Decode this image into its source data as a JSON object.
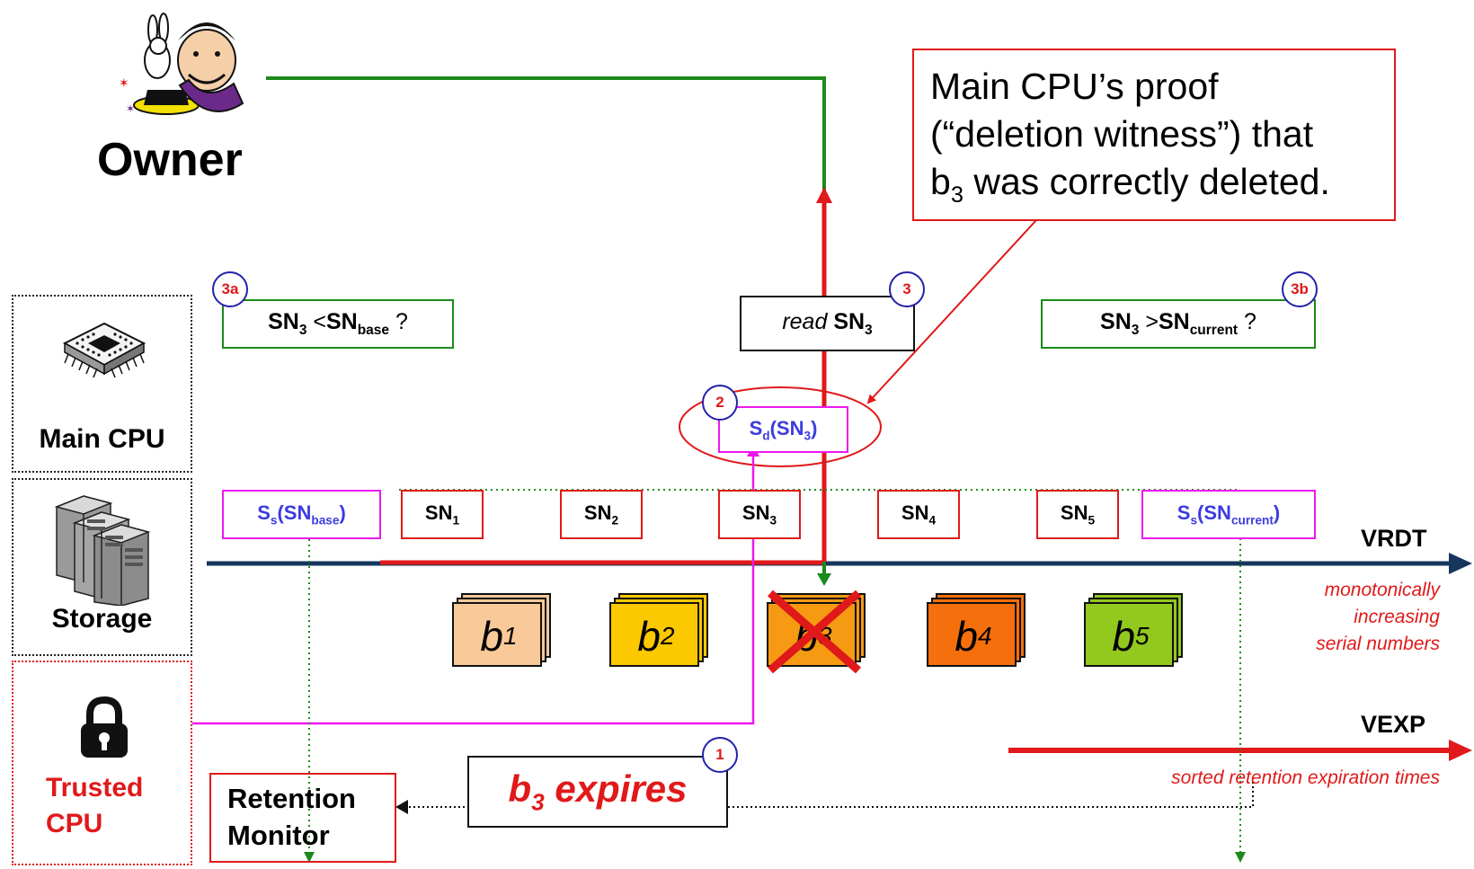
{
  "owner": {
    "label": "Owner"
  },
  "actors": {
    "main_cpu": "Main CPU",
    "storage": "Storage",
    "trusted_cpu_line1": "Trusted",
    "trusted_cpu_line2": "CPU"
  },
  "callout": {
    "line1": "Main CPU’s proof",
    "line2": "(“deletion witness”) that",
    "line3_pre": "b",
    "line3_sub": "3",
    "line3_post": " was correctly deleted."
  },
  "checks": {
    "c3a": {
      "badge": "3a",
      "sn": "SN",
      "sn_sub": "3",
      "op": " <",
      "sn2": "SN",
      "sn2_sub": "base",
      "q": " ?"
    },
    "c3": {
      "badge": "3",
      "read": "read",
      "sn": "SN",
      "sn_sub": "3"
    },
    "c3b": {
      "badge": "3b",
      "sn": "SN",
      "sn_sub": "3",
      "op": " >",
      "sn2": "SN",
      "sn2_sub": "current",
      "q": " ?"
    },
    "c2": {
      "badge": "2",
      "s": "S",
      "s_sub": "d",
      "arg": "(SN",
      "arg_sub": "3",
      "close": ")"
    }
  },
  "serials": [
    {
      "type": "sig",
      "s": "S",
      "s_sub": "s",
      "arg": "(SN",
      "arg_sub": "base",
      "close": ")"
    },
    {
      "type": "sn",
      "sn": "SN",
      "sub": "1"
    },
    {
      "type": "sn",
      "sn": "SN",
      "sub": "2"
    },
    {
      "type": "sn",
      "sn": "SN",
      "sub": "3"
    },
    {
      "type": "sn",
      "sn": "SN",
      "sub": "4"
    },
    {
      "type": "sn",
      "sn": "SN",
      "sub": "5"
    },
    {
      "type": "sig",
      "s": "S",
      "s_sub": "s",
      "arg": "(SN",
      "arg_sub": "current",
      "close": ")"
    }
  ],
  "blocks": [
    {
      "letter": "b",
      "sub": "1",
      "color": "#f9c99a",
      "deleted": false
    },
    {
      "letter": "b",
      "sub": "2",
      "color": "#fcc800",
      "deleted": false
    },
    {
      "letter": "b",
      "sub": "3",
      "color": "#f59a12",
      "deleted": true
    },
    {
      "letter": "b",
      "sub": "4",
      "color": "#f56f0c",
      "deleted": false
    },
    {
      "letter": "b",
      "sub": "5",
      "color": "#93c81e",
      "deleted": false
    }
  ],
  "timelines": {
    "vrdt": {
      "label": "VRDT",
      "caption_line1": "monotonically",
      "caption_line2": "increasing",
      "caption_line3": "serial numbers"
    },
    "vexp": {
      "label": "VEXP",
      "caption": "sorted retention expiration times"
    }
  },
  "expires": {
    "badge": "1",
    "b": "b",
    "sub": "3",
    "text": " expires"
  },
  "retention_monitor": {
    "line1": "Retention",
    "line2": "Monitor"
  },
  "colors": {
    "red": "#e0191a",
    "green": "#1a8a1a",
    "navy": "#16365c",
    "magenta": "#ee18ee",
    "blue": "#3b3be0"
  },
  "icons": [
    "magician-owner-icon",
    "cpu-chip-icon",
    "server-rack-icon",
    "padlock-icon"
  ]
}
